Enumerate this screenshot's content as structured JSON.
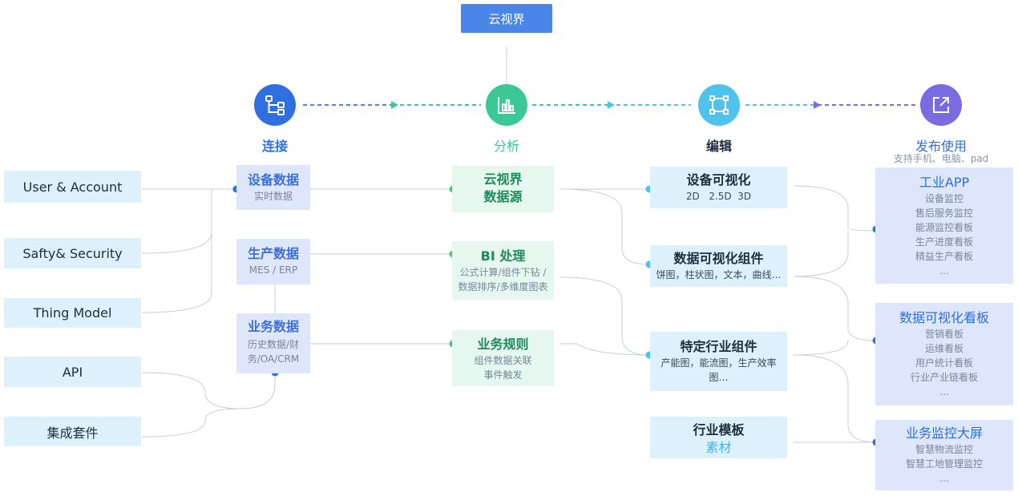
{
  "top_node": "云视界",
  "stages": [
    {
      "label": "连接",
      "icon": "hierarchy-icon",
      "color": "#2f6fe0"
    },
    {
      "label": "分析",
      "icon": "bar-chart-icon",
      "color": "#3cc796"
    },
    {
      "label": "编辑",
      "icon": "frame-select-icon",
      "color": "#4fc3ec"
    },
    {
      "label": "发布使用",
      "icon": "external-link-icon",
      "color": "#7b6be0",
      "sub": "支持手机、电脑、pad"
    }
  ],
  "left_items": [
    "User & Account",
    "Safty& Security",
    "Thing Model",
    "API",
    "集成套件"
  ],
  "sources": [
    {
      "title": "设备数据",
      "sub": "实时数据"
    },
    {
      "title": "生产数据",
      "sub": "MES / ERP"
    },
    {
      "title": "业务数据",
      "sub": "历史数据/财务/OA/CRM"
    }
  ],
  "analysis": [
    {
      "title": "云视界",
      "title2": "数据源"
    },
    {
      "title": "BI 处理",
      "sub": "公式计算/组件下钻 /",
      "sub2": "数据排序/多维度图表"
    },
    {
      "title": "业务规则",
      "sub": "组件数据关联",
      "sub2": "事件触发"
    }
  ],
  "editors": [
    {
      "title": "设备可视化",
      "sub": "2D   2.5D  3D"
    },
    {
      "title": "数据可视化组件",
      "sub": "饼图，柱状图，文本，曲线…"
    },
    {
      "title": "特定行业组件",
      "sub": "产能图，能流图，生产效率",
      "sub2": "图…"
    },
    {
      "title": "行业模板",
      "sub": "素材"
    }
  ],
  "publish": [
    {
      "title": "工业APP",
      "items": [
        "设备监控",
        "售后服务监控",
        "能源监控看板",
        "生产进度看板",
        "精益生产看板",
        "…"
      ]
    },
    {
      "title": "数据可视化看板",
      "items": [
        "营销看板",
        "运维看板",
        "用户统计看板",
        "行业产业链看板",
        "…"
      ]
    },
    {
      "title": "业务监控大屏",
      "items": [
        "智慧物流监控",
        "智慧工地管理监控",
        "…"
      ]
    }
  ]
}
